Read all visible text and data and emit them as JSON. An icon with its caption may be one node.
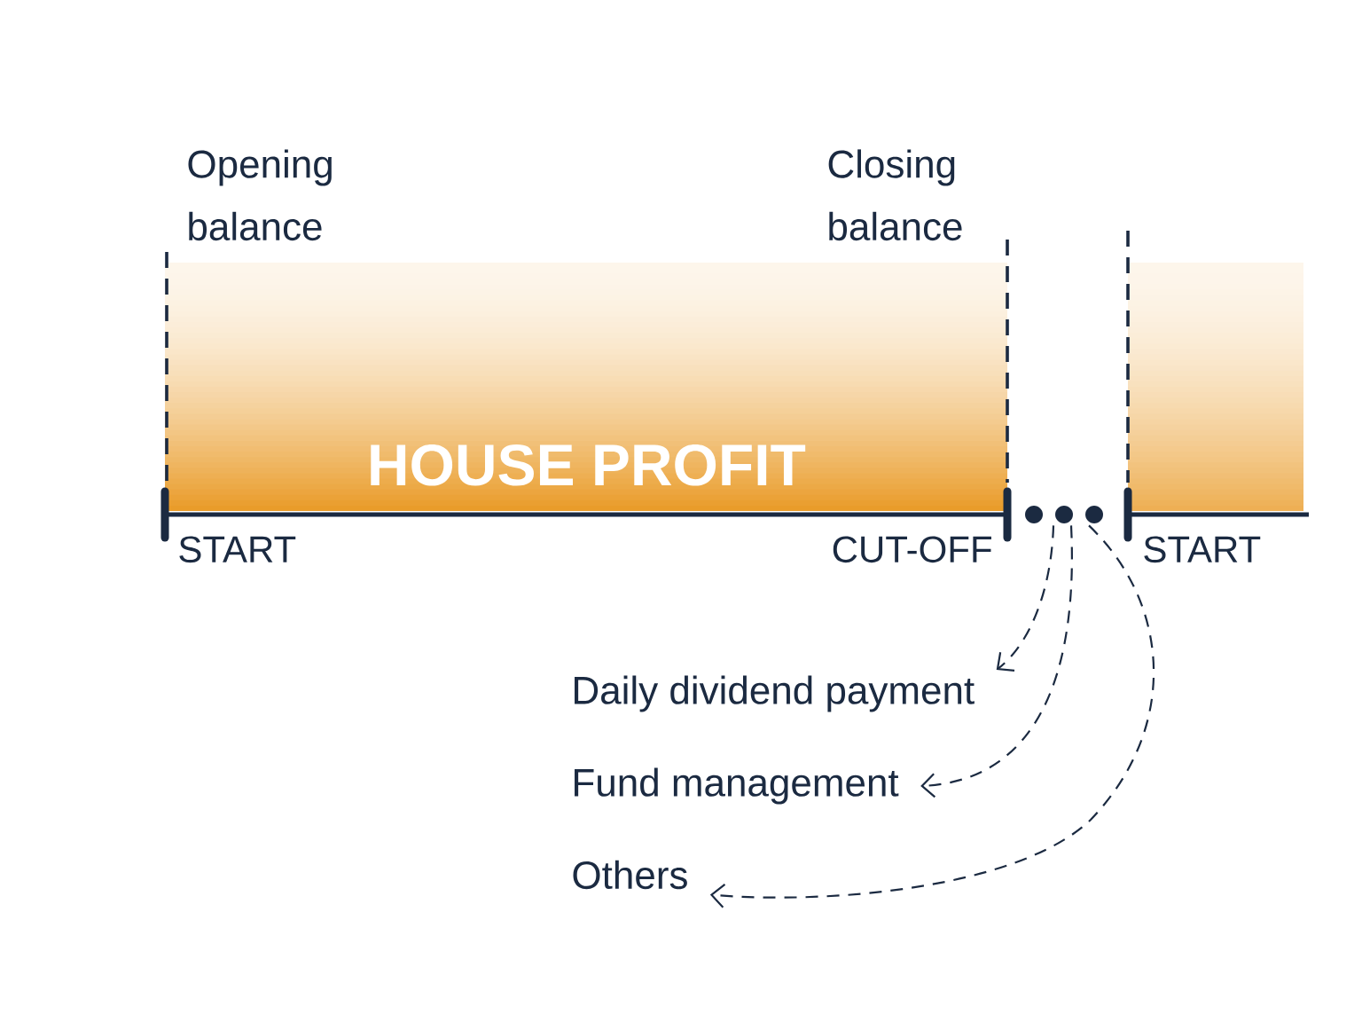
{
  "diagram": {
    "nodes": [
      {
        "text": [
          "HOUSE PROFIT"
        ]
      },
      {
        "text": [],
        "shape": "box"
      },
      {
        "text": [],
        "shape": "dots"
      },
      {
        "text": [
          "Daily dividend payment"
        ]
      },
      {
        "text": [
          "Fund management"
        ]
      },
      {
        "text": [
          "Others"
        ]
      }
    ],
    "edges": [
      {
        "from": 2,
        "to": 3,
        "arrow": "to",
        "style": "dashed"
      },
      {
        "from": 2,
        "to": 4,
        "arrow": "to",
        "style": "dashed"
      },
      {
        "from": 2,
        "to": 5,
        "arrow": "to",
        "style": "dashed"
      }
    ],
    "labels": [
      "Opening balance",
      "Closing balance",
      "START",
      "CUT-OFF",
      "START"
    ]
  }
}
